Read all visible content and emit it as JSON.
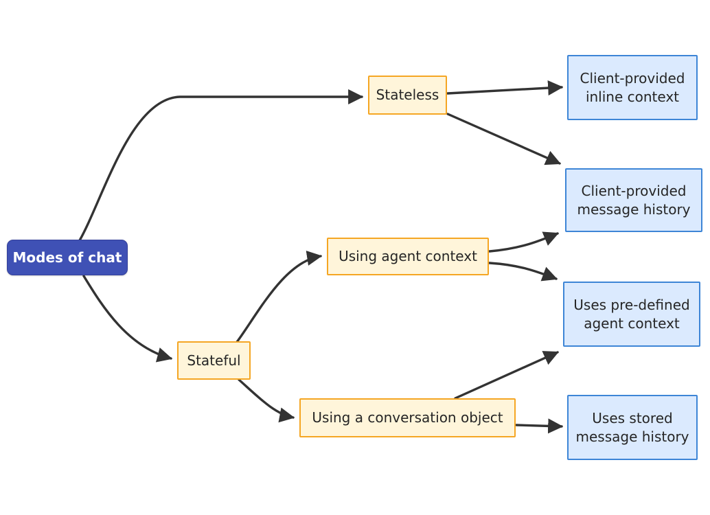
{
  "diagram": {
    "title": "Modes of chat",
    "type": "flowchart",
    "direction": "left-to-right",
    "background_color": "#ffffff",
    "styles": {
      "root_fill": "#3f51b5",
      "root_stroke": "#34409a",
      "root_text": "#ffffff",
      "branch_fill": "#fff5da",
      "branch_stroke": "#f5a623",
      "branch_text": "#252525",
      "leaf_fill": "#dbeafe",
      "leaf_stroke": "#3d85d6",
      "leaf_text": "#252525",
      "edge_stroke": "#333333"
    },
    "nodes": [
      {
        "id": "root",
        "label": "Modes of chat",
        "kind": "root"
      },
      {
        "id": "stateless",
        "label": "Stateless",
        "kind": "branch"
      },
      {
        "id": "stateful",
        "label": "Stateful",
        "kind": "branch"
      },
      {
        "id": "agentctx",
        "label": "Using agent context",
        "kind": "branch"
      },
      {
        "id": "convobj",
        "label": "Using a conversation object",
        "kind": "branch"
      },
      {
        "id": "inline",
        "label": "Client-provided\ninline context",
        "kind": "leaf"
      },
      {
        "id": "msghist",
        "label": "Client-provided\nmessage history",
        "kind": "leaf"
      },
      {
        "id": "predef",
        "label": "Uses pre-defined\nagent context",
        "kind": "leaf"
      },
      {
        "id": "stored",
        "label": "Uses stored\nmessage history",
        "kind": "leaf"
      }
    ],
    "edges": [
      {
        "from": "root",
        "to": "stateless",
        "label": ""
      },
      {
        "from": "root",
        "to": "stateful",
        "label": ""
      },
      {
        "from": "stateless",
        "to": "inline",
        "label": ""
      },
      {
        "from": "stateless",
        "to": "msghist",
        "label": ""
      },
      {
        "from": "stateful",
        "to": "agentctx",
        "label": ""
      },
      {
        "from": "stateful",
        "to": "convobj",
        "label": ""
      },
      {
        "from": "agentctx",
        "to": "msghist",
        "label": ""
      },
      {
        "from": "agentctx",
        "to": "predef",
        "label": ""
      },
      {
        "from": "convobj",
        "to": "predef",
        "label": ""
      },
      {
        "from": "convobj",
        "to": "stored",
        "label": ""
      }
    ]
  }
}
